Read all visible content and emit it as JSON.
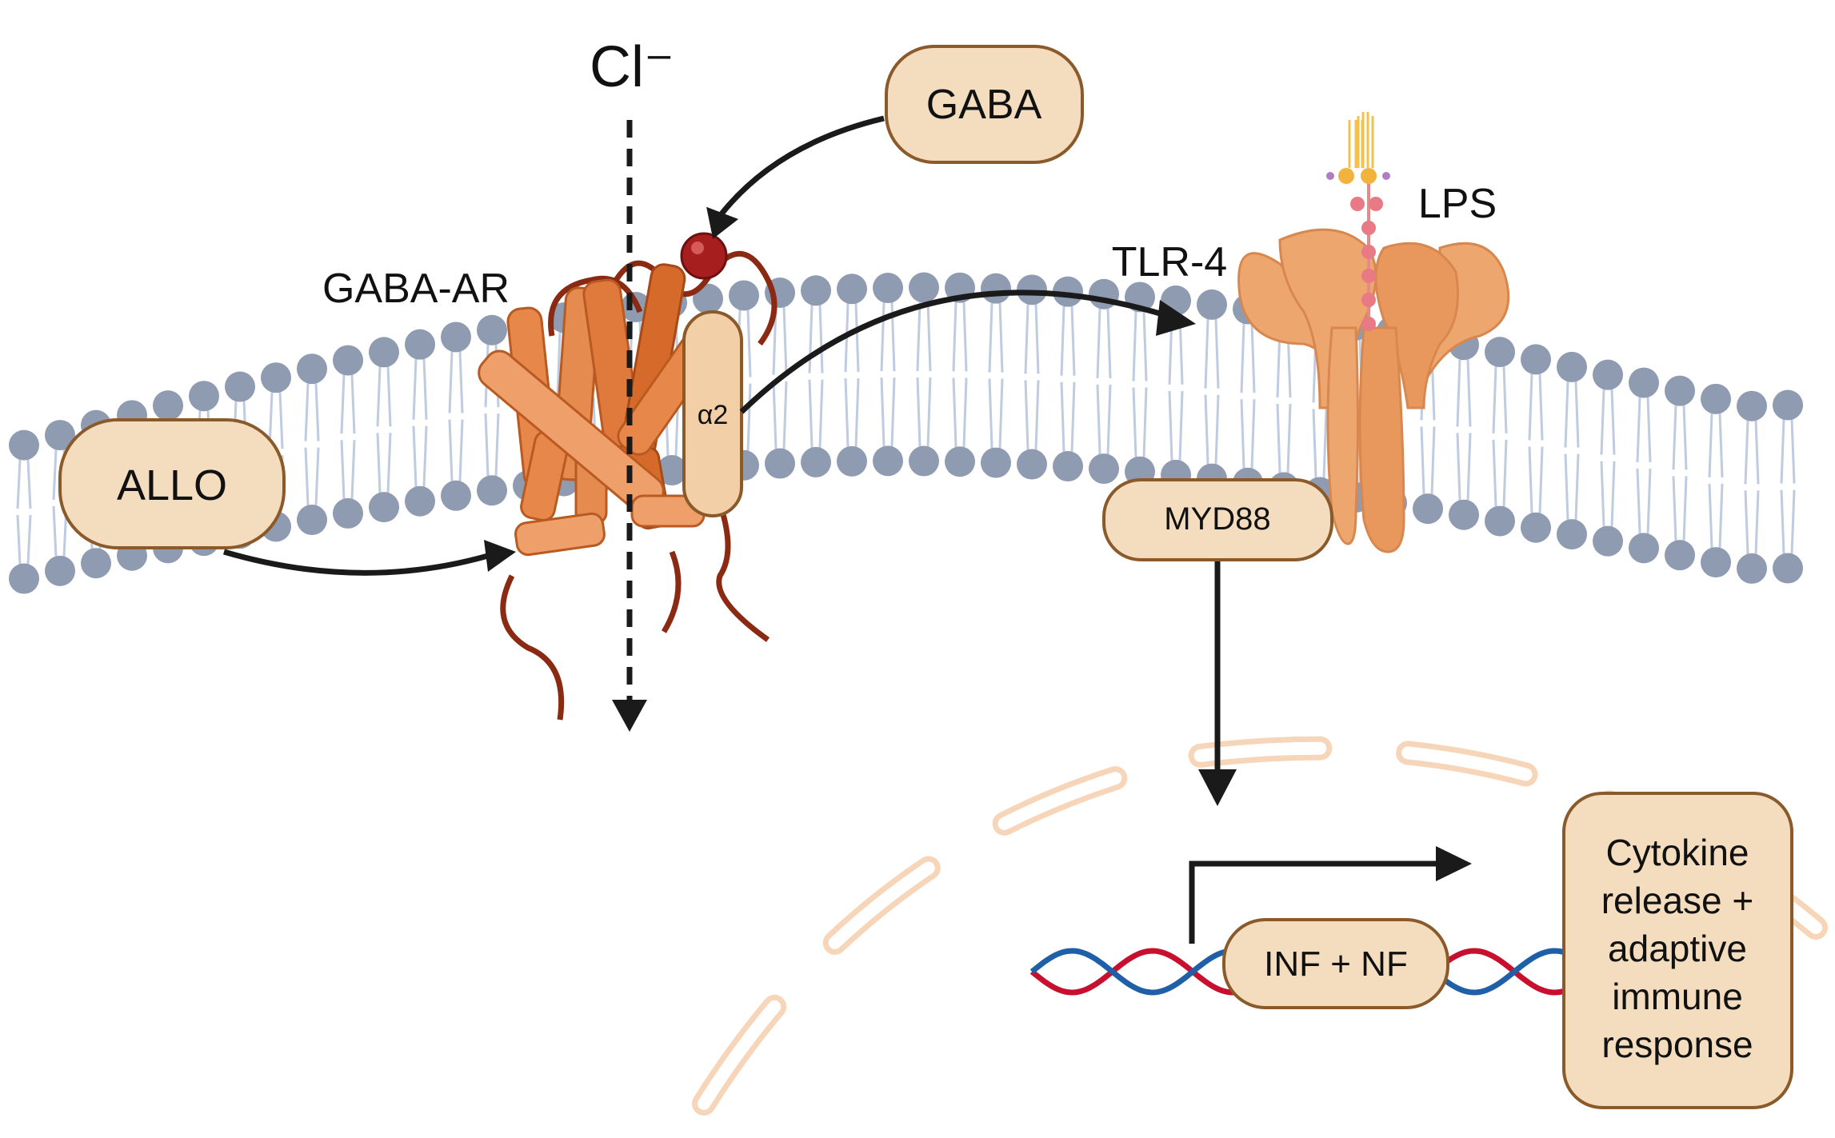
{
  "labels": {
    "chloride": "Cl⁻",
    "gaba": "GABA",
    "gaba_ar": "GABA-AR",
    "alpha2": "α2",
    "allo": "ALLO",
    "tlr4": "TLR-4",
    "lps": "LPS",
    "myd88": "MYD88",
    "inf_nf": "INF + NF",
    "cytokine_lines": [
      "Cytokine",
      "release +",
      "adaptive",
      "immune",
      "response"
    ]
  },
  "colors": {
    "label_box_fill": "#F3DDBE",
    "label_box_stroke": "#8B5A2B",
    "lipid_head": "#8E9BB0",
    "lipid_tail": "#BFCBE0",
    "receptor_orange": "#E8874A",
    "receptor_dark": "#8B2A12",
    "tlr4_fill": "#EDA66E",
    "nucleus_dash": "#F6D5B8",
    "dna_red": "#C8102E",
    "dna_blue": "#1F5FA8",
    "arrow": "#1A1A1A"
  }
}
